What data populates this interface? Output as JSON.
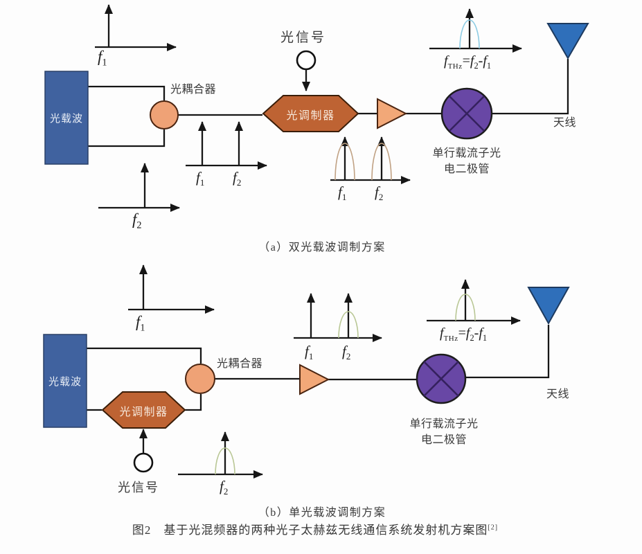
{
  "colors": {
    "wire": "#1a1a1a",
    "optical_carrier_box": "#40629F",
    "optical_coupler": "#EFA276",
    "optical_modulator": "#BE6333",
    "amplifier": "#F2A878",
    "photodiode": "#6847A5",
    "antenna": "#2F6FBA",
    "peak_tan": "#C0A183",
    "peak_blue": "#8CCCE4",
    "peak_green": "#B9C795"
  },
  "labels": {
    "optical_carrier": "光载波",
    "optical_coupler": "光耦合器",
    "optical_modulator": "光调制器",
    "optical_signal": "光信号",
    "photodiode_line1": "单行载流子光",
    "photodiode_line2": "电二极管",
    "antenna": "天线"
  },
  "math": {
    "f": "f",
    "sub_1": "1",
    "sub_2": "2",
    "sub_thz": "THz",
    "equals": "=",
    "minus": "-"
  },
  "captions": {
    "sub_a": "（a）双光载波调制方案",
    "sub_b": "（b）单光载波调制方案",
    "figure": "图2　基于光混频器的两种光子太赫兹无线通信系统发射机方案图",
    "figure_ref": "[2]"
  }
}
